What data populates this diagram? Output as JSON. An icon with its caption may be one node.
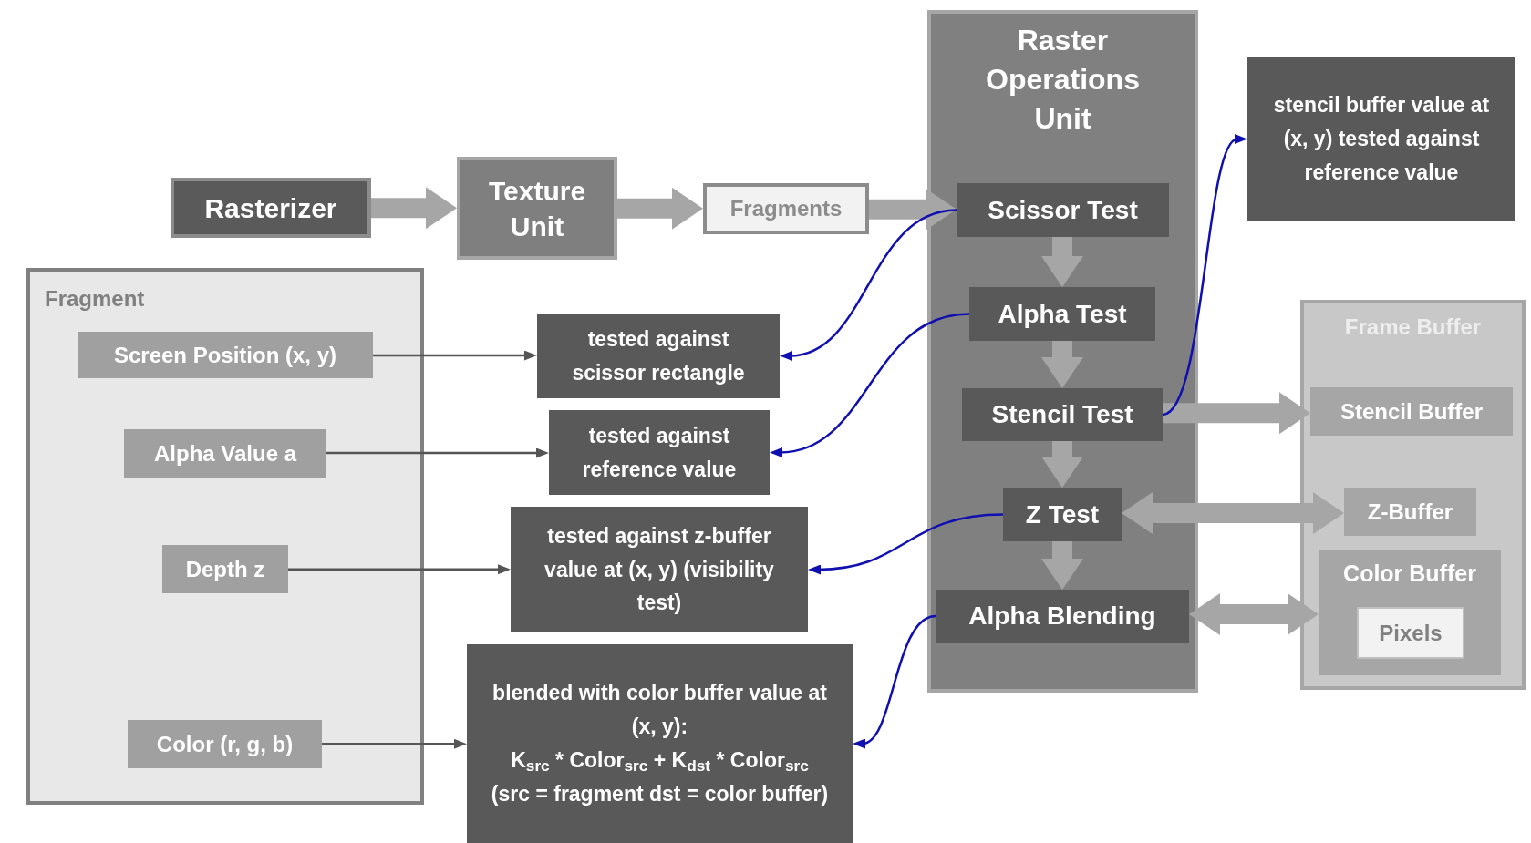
{
  "diagram": {
    "nodes": [
      {
        "text": [
          "Raster Operations Unit"
        ]
      },
      {
        "text": [
          "Scissor Test"
        ],
        "in": 0
      },
      {
        "text": [
          "Alpha Test"
        ],
        "in": 0
      },
      {
        "text": [
          "Stencil Test"
        ],
        "in": 0
      },
      {
        "text": [
          "Z Test"
        ],
        "in": 0
      },
      {
        "text": [
          "Alpha Blending"
        ],
        "in": 0
      },
      {
        "text": [
          "stencil buffer value at (x, y) tested against reference value"
        ]
      },
      {
        "text": [
          "Rasterizer"
        ]
      },
      {
        "text": [
          "Texture Unit"
        ]
      },
      {
        "text": [
          "Fragments"
        ]
      },
      {
        "text": [
          "Fragment"
        ]
      },
      {
        "text": [
          "Screen Position (x, y)"
        ],
        "in": 10
      },
      {
        "text": [
          "Alpha Value a"
        ],
        "in": 10
      },
      {
        "text": [
          "Depth z"
        ],
        "in": 10
      },
      {
        "text": [
          "Color (r, g, b)"
        ],
        "in": 10
      },
      {
        "text": [
          "tested against scissor rectangle"
        ]
      },
      {
        "text": [
          "tested against reference value"
        ]
      },
      {
        "text": [
          "tested against z-buffer value at (x, y) (visibility test)"
        ]
      },
      {
        "text": [
          "blended with color buffer value at (x, y):",
          "K$_{src}$ * Color$_{src}$ + K$_{dst}$ * Color$_{src}$",
          "(src = fragment dst = color buffer)"
        ]
      },
      {
        "text": [
          "Frame Buffer"
        ]
      },
      {
        "text": [
          "Stencil Buffer"
        ],
        "in": 19
      },
      {
        "text": [
          "Z-Buffer"
        ],
        "in": 19
      },
      {
        "text": [
          "Color Buffer"
        ],
        "in": 19
      },
      {
        "text": [
          "Pixels"
        ],
        "in": 22
      }
    ],
    "edges": [
      {
        "from": 7,
        "to": 8,
        "arrow": "to"
      },
      {
        "from": 8,
        "to": 9,
        "arrow": "to"
      },
      {
        "from": 9,
        "to": 1,
        "arrow": "to"
      },
      {
        "from": 1,
        "to": 2,
        "arrow": "to"
      },
      {
        "from": 2,
        "to": 3,
        "arrow": "to"
      },
      {
        "from": 3,
        "to": 4,
        "arrow": "to"
      },
      {
        "from": 4,
        "to": 5,
        "arrow": "to"
      },
      {
        "from": 3,
        "to": 20,
        "arrow": "to"
      },
      {
        "from": 4,
        "to": 21,
        "arrow": "both"
      },
      {
        "from": 5,
        "to": 22,
        "arrow": "both"
      },
      {
        "from": 11,
        "to": 15,
        "arrow": "to",
        "color": "#555555"
      },
      {
        "from": 12,
        "to": 16,
        "arrow": "to",
        "color": "#555555"
      },
      {
        "from": 13,
        "to": 17,
        "arrow": "to",
        "color": "#555555"
      },
      {
        "from": 14,
        "to": 18,
        "arrow": "to",
        "color": "#555555"
      },
      {
        "from": 1,
        "to": 15,
        "arrow": "to",
        "color": "#1010b0"
      },
      {
        "from": 2,
        "to": 16,
        "arrow": "to",
        "color": "#1010b0"
      },
      {
        "from": 3,
        "to": 6,
        "arrow": "to",
        "color": "#1010b0"
      },
      {
        "from": 4,
        "to": 17,
        "arrow": "to",
        "color": "#1010b0"
      },
      {
        "from": 5,
        "to": 18,
        "arrow": "to",
        "color": "#1010b0"
      }
    ]
  }
}
